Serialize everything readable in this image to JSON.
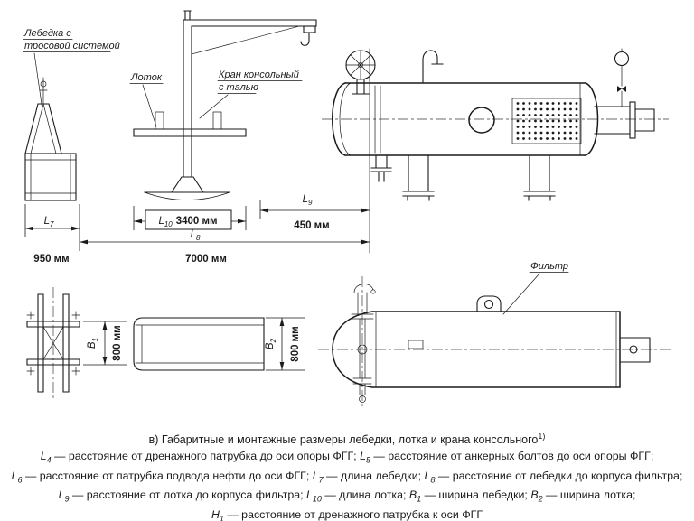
{
  "colors": {
    "ink": "#1a1a1a",
    "background": "#ffffff"
  },
  "labels": {
    "winch_line1": "Лебедка с",
    "winch_line2": "тросовой системой",
    "tray": "Лоток",
    "crane_line1": "Кран консольный",
    "crane_line2": "с талью",
    "filter": "Фильтр"
  },
  "dims": {
    "L7": {
      "sym": "L",
      "sub": "7",
      "value": "950 мм"
    },
    "L8": {
      "sym": "L",
      "sub": "8",
      "value": "7000 мм"
    },
    "L9": {
      "sym": "L",
      "sub": "9",
      "value": "450 мм"
    },
    "L10": {
      "sym": "L",
      "sub": "10",
      "value": "3400 мм"
    },
    "B1": {
      "sym": "B",
      "sub": "1",
      "value": "800 мм"
    },
    "B2": {
      "sym": "B",
      "sub": "2",
      "value": "800 мм"
    }
  },
  "caption": {
    "text": "в) Габаритные и монтажные размеры лебедки, лотка и крана консольного",
    "footnote": "1)"
  },
  "legend": {
    "lines": [
      [
        {
          "sym": "L",
          "sub": "4",
          "text": " — расстояние от дренажного патрубка до оси опоры ФГГ; "
        },
        {
          "sym": "L",
          "sub": "5",
          "text": " — расстояние от анкерных болтов до оси опоры ФГГ;"
        }
      ],
      [
        {
          "sym": "L",
          "sub": "6",
          "text": " — расстояние от патрубка подвода нефти до оси ФГГ; "
        },
        {
          "sym": "L",
          "sub": "7",
          "text": " — длина лебедки; "
        },
        {
          "sym": "L",
          "sub": "8",
          "text": " — расстояние от лебедки до корпуса фильтра;"
        }
      ],
      [
        {
          "sym": "L",
          "sub": "9",
          "text": " — расстояние от лотка до корпуса фильтра; "
        },
        {
          "sym": "L",
          "sub": "10",
          "text": " — длина лотка; "
        },
        {
          "sym": "B",
          "sub": "1",
          "text": " — ширина лебедки; "
        },
        {
          "sym": "B",
          "sub": "2",
          "text": " — ширина лотка;"
        }
      ],
      [
        {
          "sym": "H",
          "sub": "1",
          "text": " — расстояние от дренажного патрубка к оси ФГГ"
        }
      ]
    ]
  }
}
